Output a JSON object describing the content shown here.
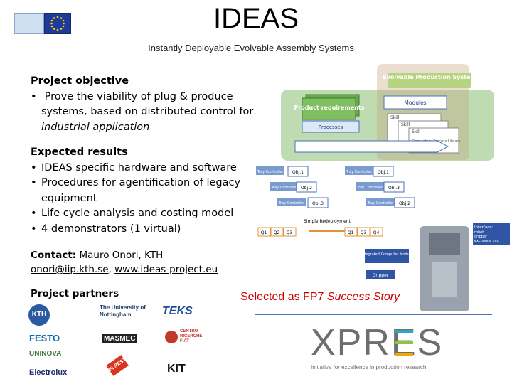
{
  "header": {
    "title": "IDEAS",
    "subtitle": "Instantly Deployable Evolvable Assembly Systems"
  },
  "objective": {
    "heading": "Project objective",
    "bullet_line1": "Prove the viability of plug & produce",
    "bullet_line2": "systems, based on distributed control for",
    "bullet_line3": "industrial application"
  },
  "results": {
    "heading": "Expected results",
    "items": [
      {
        "line1": "IDEAS specific hardware and software"
      },
      {
        "line1": "Procedures for agentification of legacy",
        "line2": "equipment"
      },
      {
        "line1": "Life cycle analysis and costing model"
      },
      {
        "line1": "4 demonstrators (1 virtual)"
      }
    ]
  },
  "contact": {
    "label": "Contact:",
    "name": "Mauro Onori, KTH",
    "email": "onori@iip.kth.se",
    "separator": ",",
    "website": "www.ideas-project.eu"
  },
  "partners": {
    "heading": "Project partners",
    "logos": [
      "KTH",
      "The University of Nottingham",
      "TEKS",
      "FESTO",
      "MASMEC",
      "CENTRO RICERCHE FIAT",
      "UNINOVA",
      "ELREST",
      "Electrolux",
      "KIT"
    ]
  },
  "success_story": {
    "text_prefix": "Selected as FP7 ",
    "text_em": "Success Story"
  },
  "diagram": {
    "evolvable": "Evolvable Production System",
    "product_req": "Product requirements",
    "processes": "Processes",
    "modules": "Modules",
    "skill": "Skill",
    "elementary": "Elementary Process Library",
    "tray_controller": "Tray Controller",
    "objs": [
      "Obj.1",
      "Obj.2",
      "Obj.3",
      "Obj.1",
      "Obj.3",
      "Obj.2"
    ],
    "deploy": "Simple Redeployment",
    "cells_left": [
      "Q1",
      "Q2",
      "Q3"
    ],
    "cells_right": [
      "Q1",
      "Q3",
      "Q4"
    ],
    "interface_title": "Interface:",
    "interface_items": [
      "robot",
      "gripper",
      "exchange sys."
    ],
    "computer_module": "Integrated Computer Module",
    "gripper": "Gripper"
  },
  "xpres": {
    "word": "XPRES",
    "tagline": "Initiative for excellence in production research"
  },
  "colors": {
    "accent_blue": "#4a72b8",
    "success_red": "#cc0000",
    "diagram_green": "#6aa84f"
  }
}
